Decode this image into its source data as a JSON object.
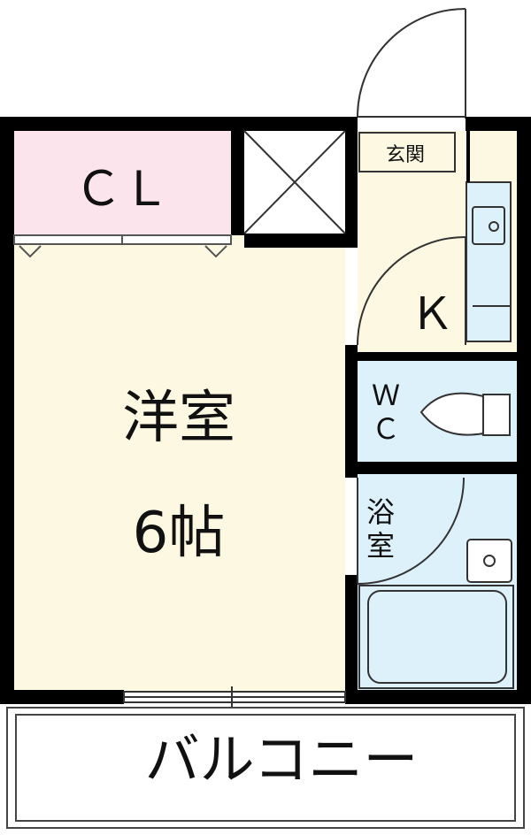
{
  "rooms": {
    "closet": "ＣＬ",
    "entrance": "玄関",
    "kitchen": "Ｋ",
    "wc_line1": "Ｗ",
    "wc_line2": "Ｃ",
    "bath_line1": "浴",
    "bath_line2": "室",
    "western_room": "洋室",
    "western_size": "6帖",
    "balcony": "バルコニー"
  },
  "colors": {
    "wall": "#000000",
    "closet_fill": "#fbe4ec",
    "room_fill": "#fdf8e1",
    "wet_fill": "#ddf1fa",
    "balcony_fill": "#ffffff"
  }
}
